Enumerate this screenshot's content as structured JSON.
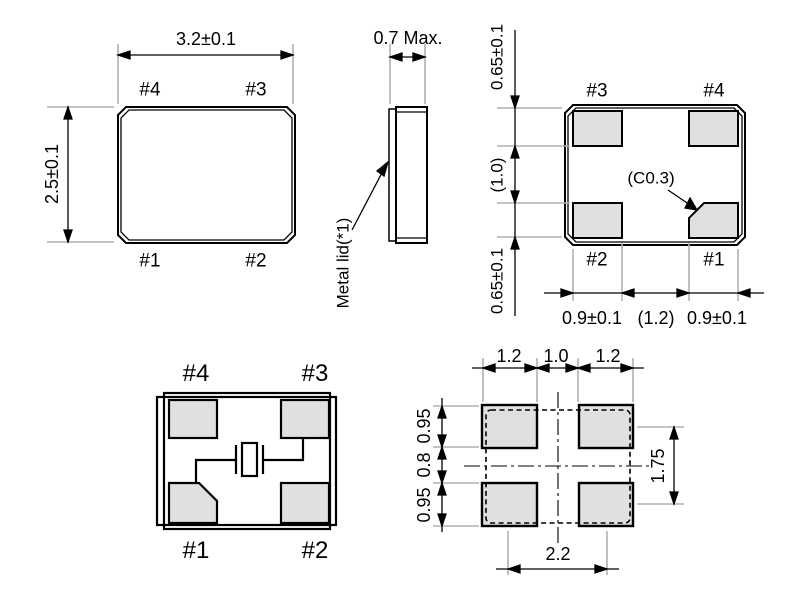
{
  "drawing": {
    "top_view": {
      "width_dim": "3.2±0.1",
      "height_dim": "2.5±0.1",
      "pin_top_left": "#4",
      "pin_top_right": "#3",
      "pin_bottom_left": "#1",
      "pin_bottom_right": "#2"
    },
    "side_view": {
      "thickness_dim": "0.7 Max.",
      "lid_label": "Metal lid(*1)"
    },
    "bottom_view": {
      "pin_top_left": "#3",
      "pin_top_right": "#4",
      "pin_bottom_left": "#2",
      "pin_bottom_right": "#1",
      "chamfer_note": "(C0.3)",
      "top_margin_dim": "0.65±0.1",
      "middle_gap_dim": "(1.0)",
      "bottom_margin_dim": "0.65±0.1",
      "left_pad_width_dim": "0.9±0.1",
      "center_gap_dim": "(1.2)",
      "right_pad_width_dim": "0.9±0.1"
    },
    "internal_view": {
      "pin_top_left": "#4",
      "pin_top_right": "#3",
      "pin_bottom_left": "#1",
      "pin_bottom_right": "#2"
    },
    "land_pattern": {
      "pad_width_left_dim": "1.2",
      "pad_gap_dim": "1.0",
      "pad_width_right_dim": "1.2",
      "pad_height_top_dim": "0.95",
      "row_gap_dim": "0.8",
      "pad_height_bottom_dim": "0.95",
      "vertical_pitch_dim": "1.75",
      "horizontal_pitch_dim": "2.2"
    },
    "colors": {
      "line": "#000000",
      "pad_fill": "#e0e0e0",
      "extension_line": "#b0b0b0",
      "background": "#ffffff"
    }
  }
}
